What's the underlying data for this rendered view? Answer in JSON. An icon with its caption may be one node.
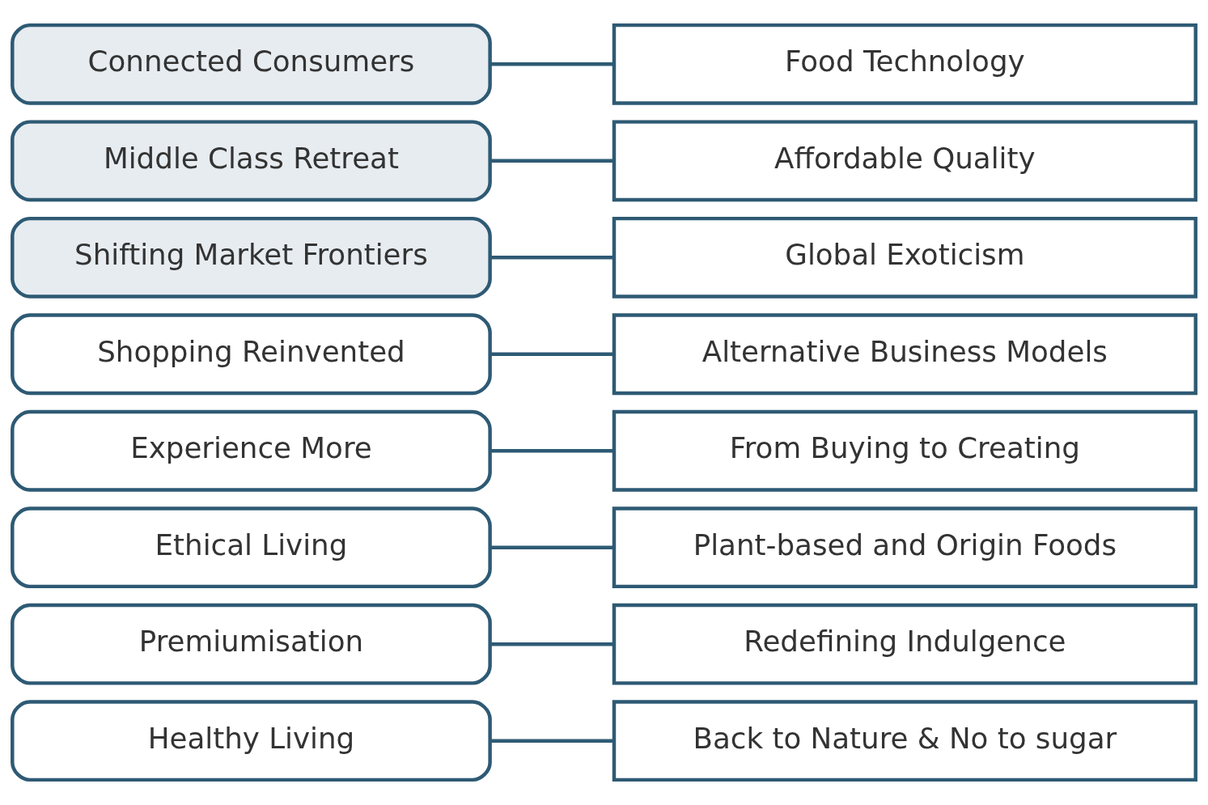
{
  "diagram": {
    "nodes": [
      {
        "text": [
          "Healthy Living"
        ]
      },
      {
        "text": [
          "Premiumisation"
        ]
      },
      {
        "text": [
          "Ethical Living"
        ]
      },
      {
        "text": [
          "Experience More"
        ]
      },
      {
        "text": [
          "Shopping Reinvented"
        ]
      },
      {
        "text": [
          "Shifting Market Frontiers"
        ]
      },
      {
        "text": [
          "Middle Class Retreat"
        ]
      },
      {
        "text": [
          "Connected Consumers"
        ]
      },
      {
        "text": [
          "Back to Nature & No to sugar"
        ]
      },
      {
        "text": [
          "Redefining Indulgence"
        ]
      },
      {
        "text": [
          "Plant-based and Origin Foods"
        ]
      },
      {
        "text": [
          "From Buying to Creating"
        ]
      },
      {
        "text": [
          "Alternative Business Models"
        ]
      },
      {
        "text": [
          "Global Exoticism"
        ]
      },
      {
        "text": [
          "Affordable Quality"
        ]
      },
      {
        "text": [
          "Food Technology"
        ]
      }
    ],
    "edges": [
      {
        "from": 0,
        "to": 8,
        "arrow": "none"
      },
      {
        "from": 1,
        "to": 9,
        "arrow": "none"
      },
      {
        "from": 2,
        "to": 10,
        "arrow": "none"
      },
      {
        "from": 3,
        "to": 11,
        "arrow": "none"
      },
      {
        "from": 4,
        "to": 12,
        "arrow": "none"
      },
      {
        "from": 5,
        "to": 13,
        "arrow": "none"
      },
      {
        "from": 6,
        "to": 14,
        "arrow": "none"
      },
      {
        "from": 7,
        "to": 15,
        "arrow": "none"
      }
    ]
  }
}
